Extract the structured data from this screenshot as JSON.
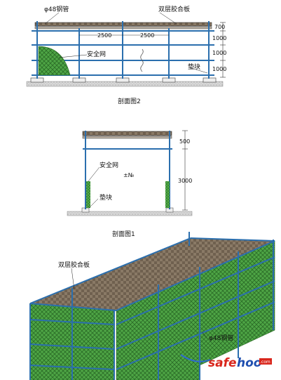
{
  "section2": {
    "caption": "剖面图2",
    "labels": {
      "pipe": "φ48钢管",
      "plywood": "双层胶合板",
      "net": "安全网",
      "block": "垫块"
    },
    "dims": {
      "span_left": "2500",
      "span_right": "2500",
      "h_top": "700",
      "h_1": "1000",
      "h_2": "1000",
      "h_3": "1000"
    }
  },
  "section1": {
    "caption": "剖面图1",
    "labels": {
      "net": "安全网",
      "block": "垫块"
    },
    "dims": {
      "h_top": "500",
      "h_main": "3000"
    }
  },
  "perspective": {
    "labels": {
      "plywood": "双层胶合板",
      "pipe": "φ48钢管"
    }
  },
  "watermark": {
    "text_red": "safe",
    "text_blue": "hoo",
    "domain": ".com"
  },
  "colors": {
    "pipe": "#2b6fae",
    "net_green": "#3f9b3a",
    "plywood_brown": "#7a6a58",
    "ground": "#c8c8c8"
  }
}
